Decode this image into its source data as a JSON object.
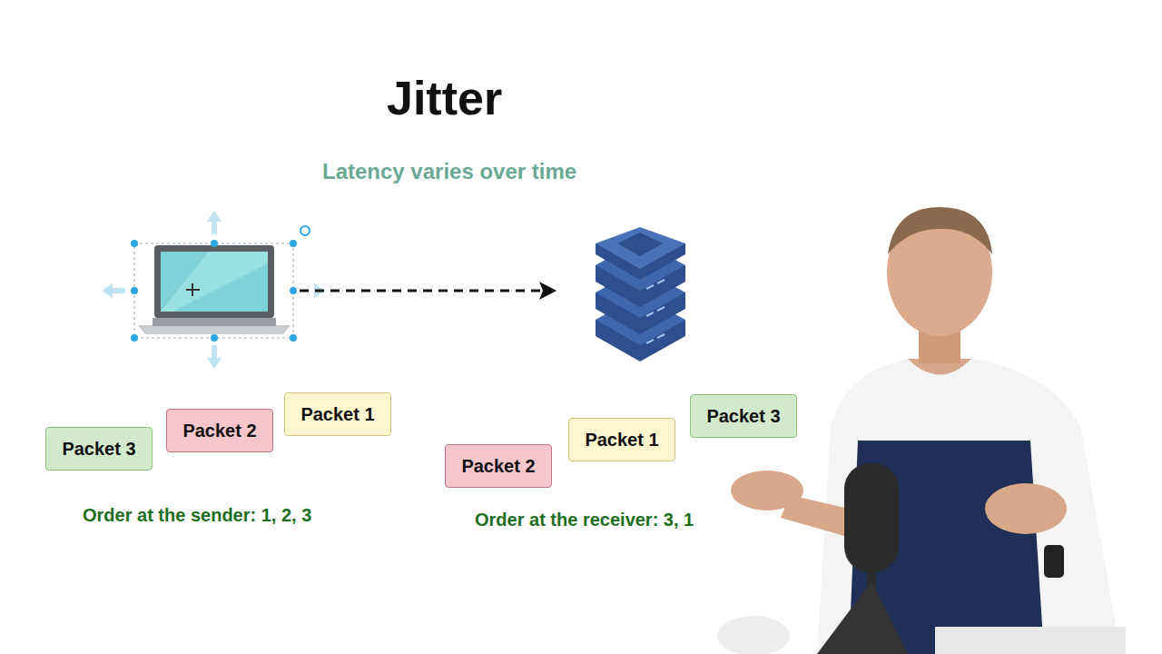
{
  "diagram": {
    "title": "Jitter",
    "nodes": [
      {
        "text": [
          "Packet 3"
        ]
      },
      {
        "text": [
          "Packet 2"
        ]
      },
      {
        "text": [
          "Packet 1"
        ]
      },
      {
        "text": [
          "Packet 2"
        ]
      },
      {
        "text": [
          "Packet 1"
        ]
      },
      {
        "text": [
          "Packet 3"
        ]
      }
    ],
    "labels": [
      "Latency varies over time",
      "Order at the sender: 1, 2, 3",
      "Order at the receiver: 3, 1"
    ]
  }
}
